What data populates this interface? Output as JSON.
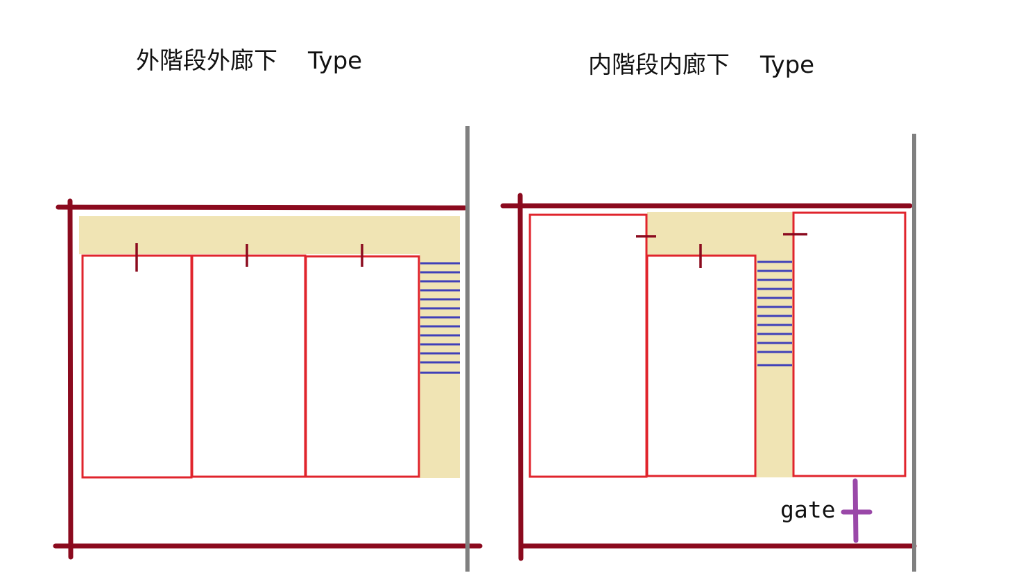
{
  "diagrams": [
    {
      "title_jp": "外階段外廊下",
      "title_en": "Type"
    },
    {
      "title_jp": "内階段内廊下",
      "title_en": "Type",
      "gate_label": "gate"
    }
  ],
  "colors": {
    "site_boundary": "#8b0a1e",
    "road_line": "#808080",
    "unit_outline": "#e0242c",
    "corridor_fill": "#f0e4b4",
    "stair_lines": "#4040b8",
    "door_mark": "#8b0a1e",
    "gate_mark": "#9a48a8"
  }
}
